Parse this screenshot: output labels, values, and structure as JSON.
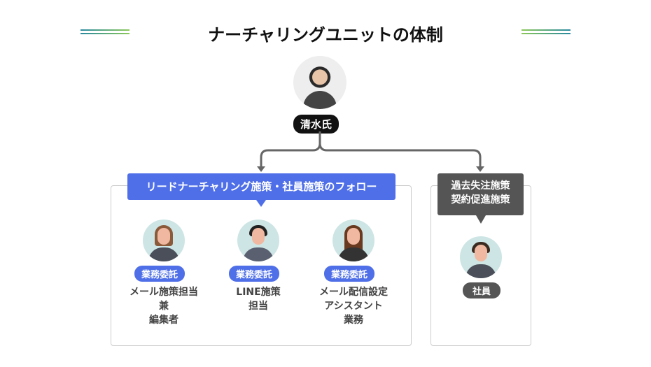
{
  "title": "ナーチャリングユニットの体制",
  "leader": {
    "name": "清水氏"
  },
  "left_group": {
    "heading": "リードナーチャリング施策・社員施策のフォロー",
    "members": [
      {
        "tag": "業務委託",
        "role_lines": [
          "メール施策担当",
          "兼",
          "編集者"
        ]
      },
      {
        "tag": "業務委託",
        "role_lines": [
          "LINE施策",
          "担当"
        ]
      },
      {
        "tag": "業務委託",
        "role_lines": [
          "メール配信設定",
          "アシスタント",
          "業務"
        ]
      }
    ]
  },
  "right_group": {
    "heading_lines": [
      "過去失注施策",
      "契約促進施策"
    ],
    "member": {
      "tag": "社員"
    }
  },
  "colors": {
    "blue": "#4f6fe8",
    "dark": "#555555"
  }
}
